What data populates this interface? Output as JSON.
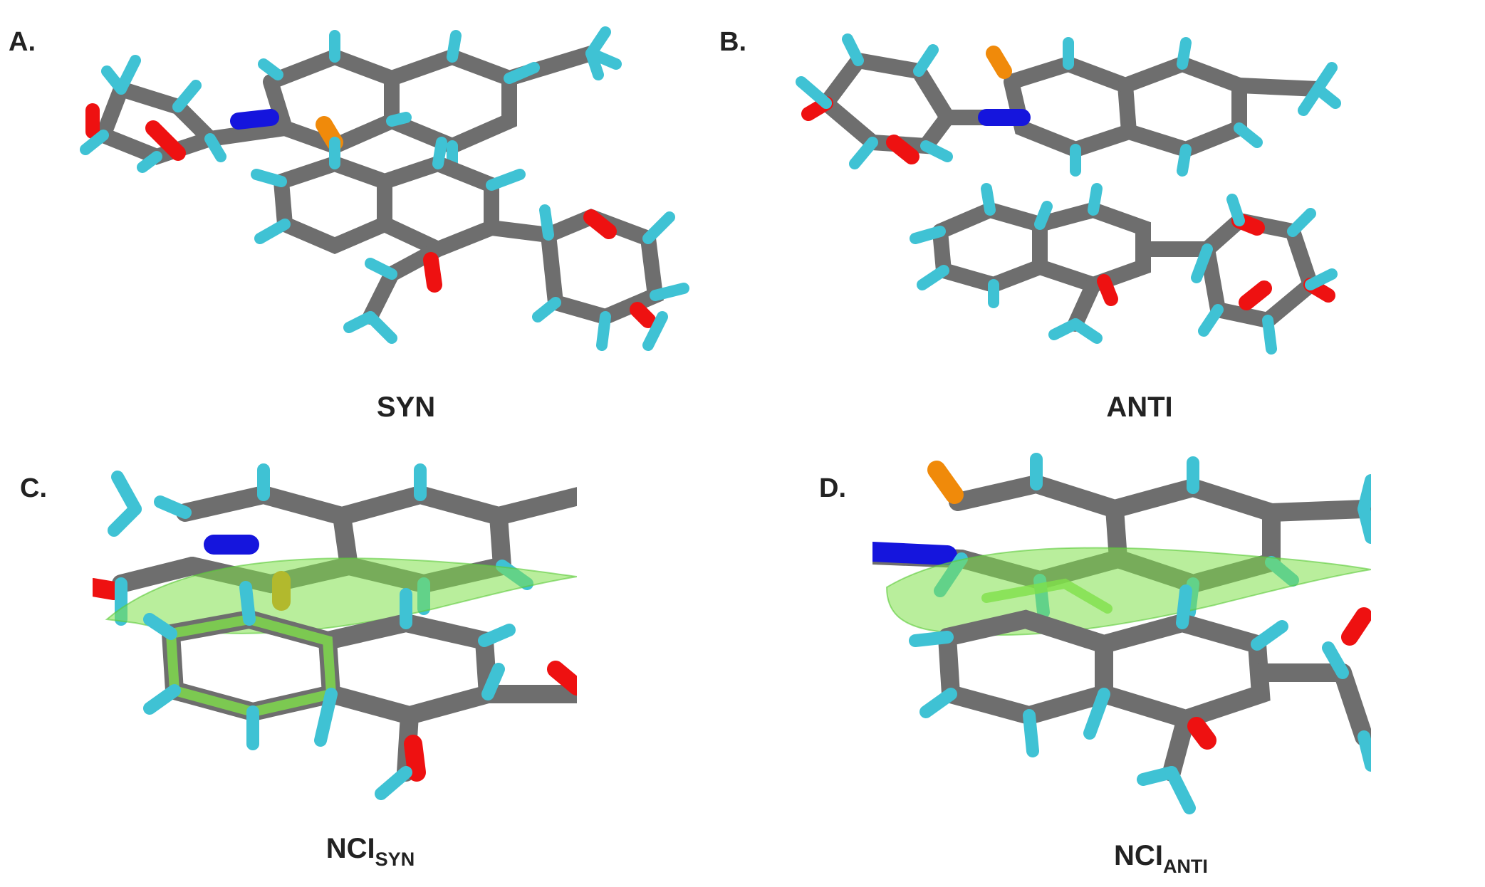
{
  "panels": [
    {
      "letter": "A.",
      "caption": "SYN"
    },
    {
      "letter": "B.",
      "caption": "ANTI"
    },
    {
      "letter": "C.",
      "caption_main": "NCI",
      "caption_sub": "SYN"
    },
    {
      "letter": "D.",
      "caption_main": "NCI",
      "caption_sub": "ANTI"
    }
  ],
  "atom_colors": {
    "carbon": "#6e6e6e",
    "hydrogen": "#3fc2d4",
    "oxygen": "#ee1111",
    "nitrogen": "#1515dd",
    "fluorine": "#f08a0a",
    "nci_surface": "#7fe04a"
  }
}
